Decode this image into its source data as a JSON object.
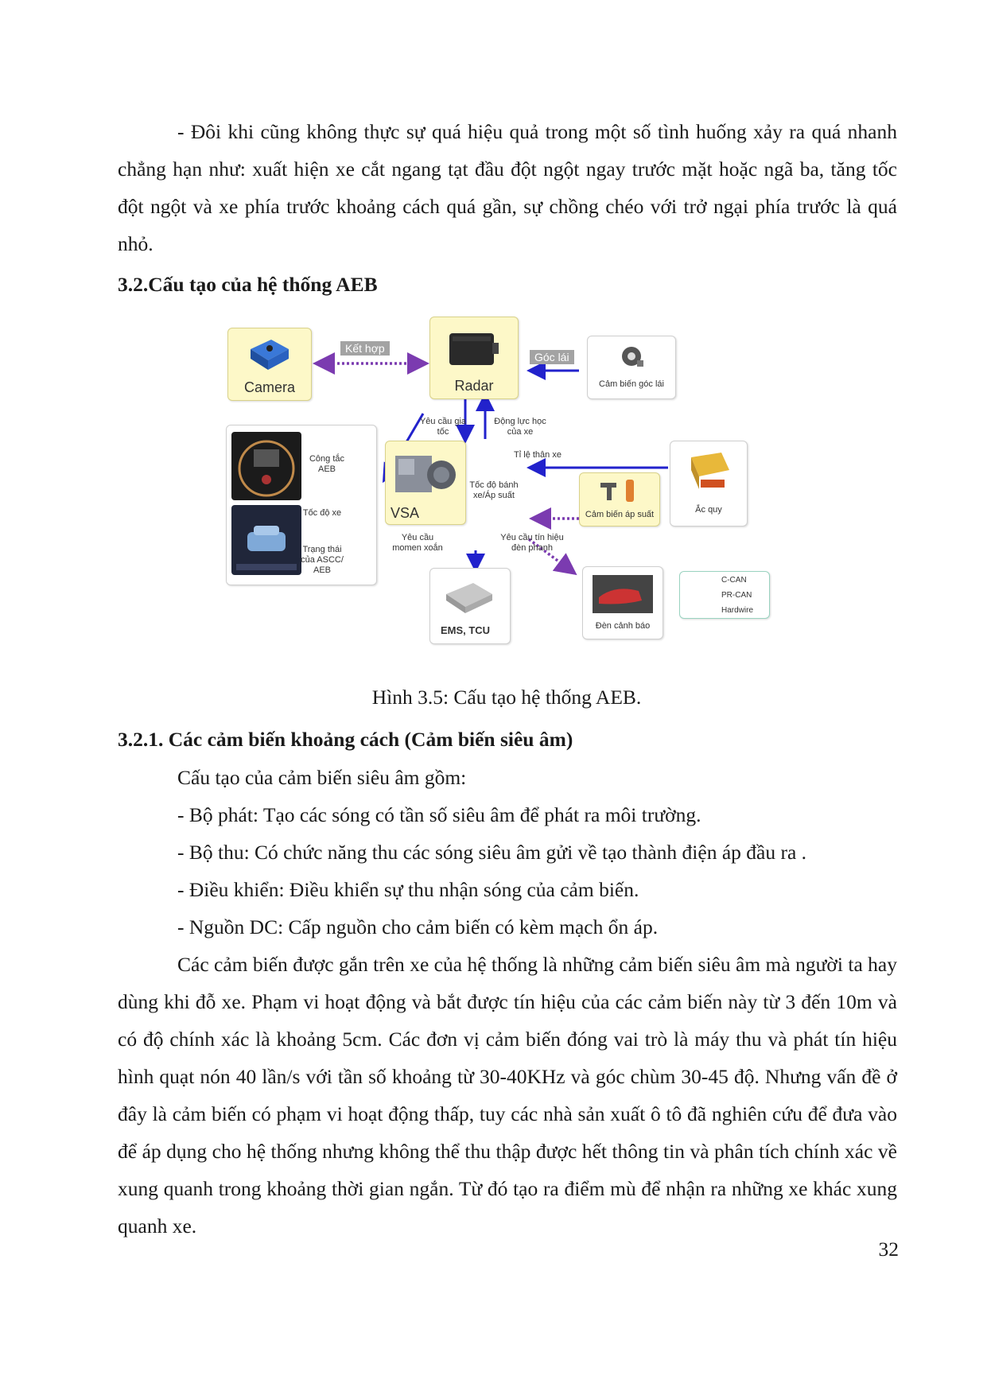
{
  "intro_paragraph": "- Đôi khi cũng không thực sự quá hiệu quả trong một số tình huống xảy ra quá nhanh chẳng hạn như: xuất hiện xe cắt ngang tạt đầu đột ngột ngay trước mặt hoặc ngã ba, tăng tốc đột ngột và xe phía trước khoảng cách quá gần, sự chồng chéo với trở ngại phía trước là quá nhỏ.",
  "heading_3_2": "3.2.Cấu tạo của hệ thống AEB",
  "diagram": {
    "camera": "Camera",
    "ket_hop": "Kết hợp",
    "radar": "Radar",
    "goc_lai": "Góc lái",
    "cam_bien_goc_lai": "Cảm biến góc lái",
    "yeu_cau_gia_toc": "Yêu cầu gia tốc",
    "dong_luc_hoc": "Động lực học của xe",
    "cong_tac_aeb": "Công tắc AEB",
    "toc_do_xe": "Tốc độ xe",
    "trang_thai": "Trạng thái của ASCC/ AEB",
    "vsa": "VSA",
    "ti_le_than_xe": "Tỉ lệ thân xe",
    "toc_do_banh": "Tốc độ bánh xe/Áp suất",
    "cam_bien_ap_suat": "Cảm biến áp suất",
    "ac_quy": "Ắc quy",
    "yeu_cau_momen": "Yêu cầu momen xoắn",
    "yeu_cau_tin_hieu": "Yêu cầu tín hiệu đèn phanh",
    "ems_tcu": "EMS, TCU",
    "den_canh_bao": "Đèn cảnh báo",
    "legend_ccan": "C-CAN",
    "legend_prcan": "PR-CAN",
    "legend_hardwire": "Hardwire",
    "colors": {
      "box_yellow": "#fdf8c8",
      "arrow_blue": "#2222cc",
      "arrow_purple": "#7b3bb0"
    }
  },
  "figure_caption": "Hình 3.5: Cấu tạo hệ thống AEB.",
  "heading_3_2_1": "3.2.1. Các cảm biến khoảng cách (Cảm biến siêu âm)",
  "lines": [
    "Cấu tạo của cảm biến siêu âm gồm:",
    "- Bộ phát: Tạo các sóng có tần số siêu âm để phát ra môi trường.",
    "- Bộ thu: Có chức năng thu các sóng siêu âm gửi về tạo thành điện áp đầu ra .",
    "- Điều khiển: Điều khiển sự thu nhận sóng của cảm biến.",
    "- Nguồn DC: Cấp nguồn cho cảm biến có kèm mạch ổn áp."
  ],
  "body_paragraph": "Các cảm biến được gắn trên xe của hệ thống là những cảm biến siêu âm mà người ta hay dùng khi đỗ xe. Phạm vi hoạt động và bắt được tín hiệu của các cảm biến này từ 3 đến 10m và có độ chính xác là khoảng 5cm. Các đơn vị cảm biến đóng vai trò là máy thu và phát tín hiệu hình quạt nón 40 lần/s với tần số khoảng từ 30-40KHz và góc chùm 30-45 độ. Nhưng vấn đề ở đây là cảm biến có phạm vi hoạt động thấp, tuy các nhà sản xuất ô tô đã nghiên cứu để đưa vào để áp dụng cho hệ thống nhưng không thể thu thập được hết thông tin và phân tích chính xác về xung quanh trong khoảng thời gian ngắn. Từ đó tạo ra điểm mù để nhận ra những xe khác xung quanh xe.",
  "page_number": "32"
}
